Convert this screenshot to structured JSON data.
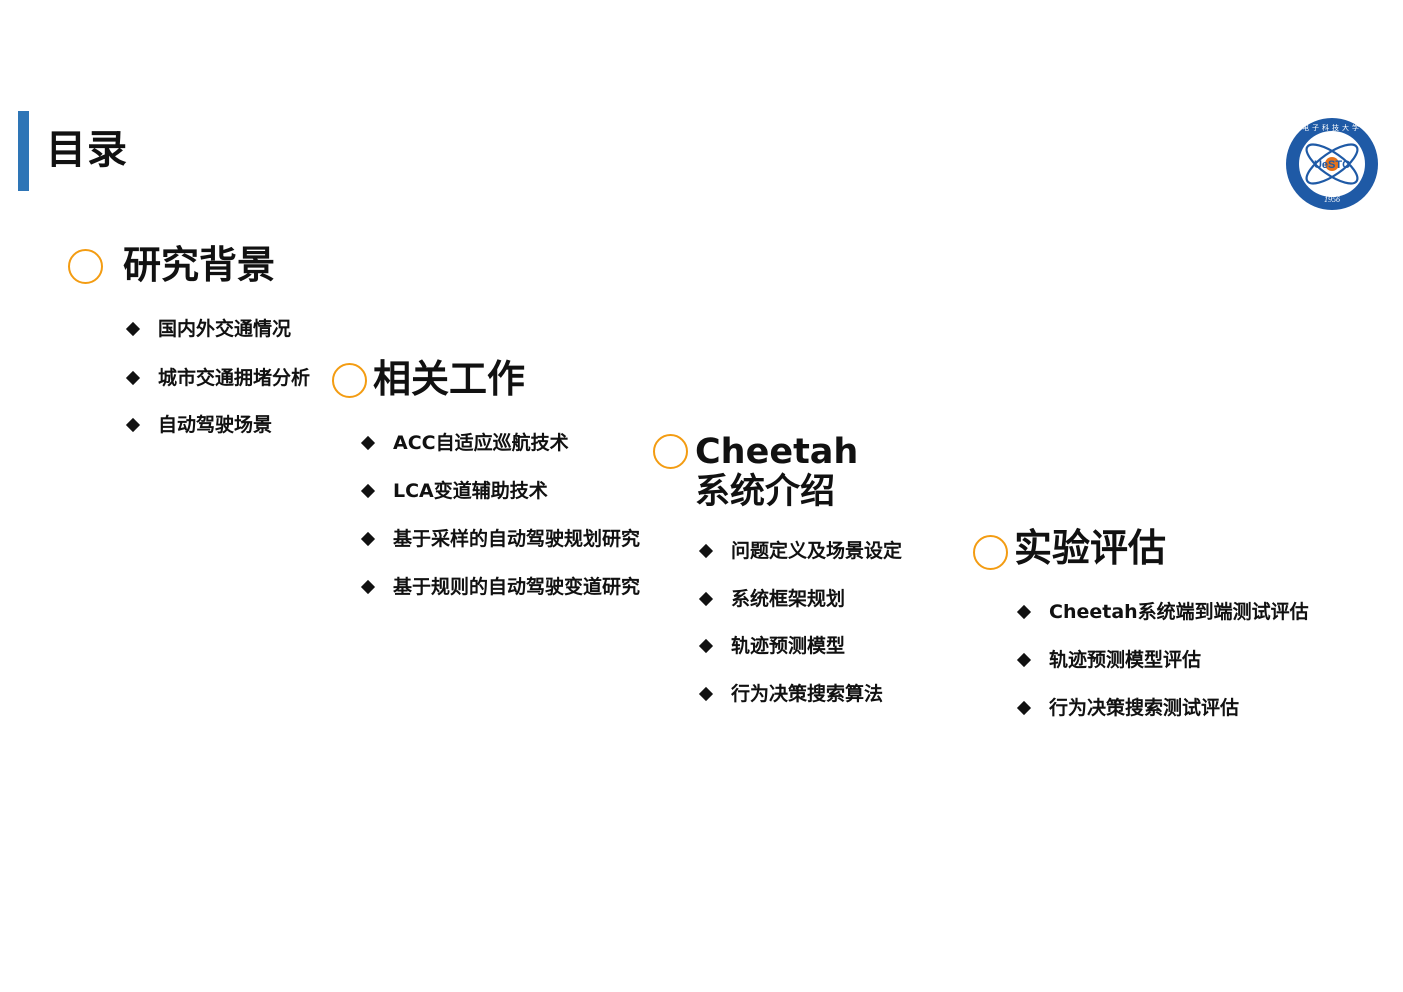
{
  "title": "目录",
  "logo": {
    "text": "UeSTC",
    "year": "1956",
    "ring_text": "电子科技大学",
    "colors": {
      "ring": "#1f5aa6",
      "accent": "#e8731a",
      "inner": "#ffffff"
    }
  },
  "colors": {
    "title_bar": "#2e75b6",
    "circle": "#f39c12",
    "text": "#111111"
  },
  "sections": [
    {
      "title": "研究背景",
      "items": [
        "国内外交通情况",
        "城市交通拥堵分析",
        "自动驾驶场景"
      ]
    },
    {
      "title": "相关工作",
      "items": [
        "ACC自适应巡航技术",
        "LCA变道辅助技术",
        "基于采样的自动驾驶规划研究",
        "基于规则的自动驾驶变道研究"
      ]
    },
    {
      "title_line1": "Cheetah",
      "title_line2": "系统介绍",
      "items": [
        "问题定义及场景设定",
        "系统框架规划",
        "轨迹预测模型",
        "行为决策搜索算法"
      ]
    },
    {
      "title": "实验评估",
      "items": [
        "Cheetah系统端到端测试评估",
        "轨迹预测模型评估",
        "行为决策搜索测试评估"
      ]
    }
  ]
}
